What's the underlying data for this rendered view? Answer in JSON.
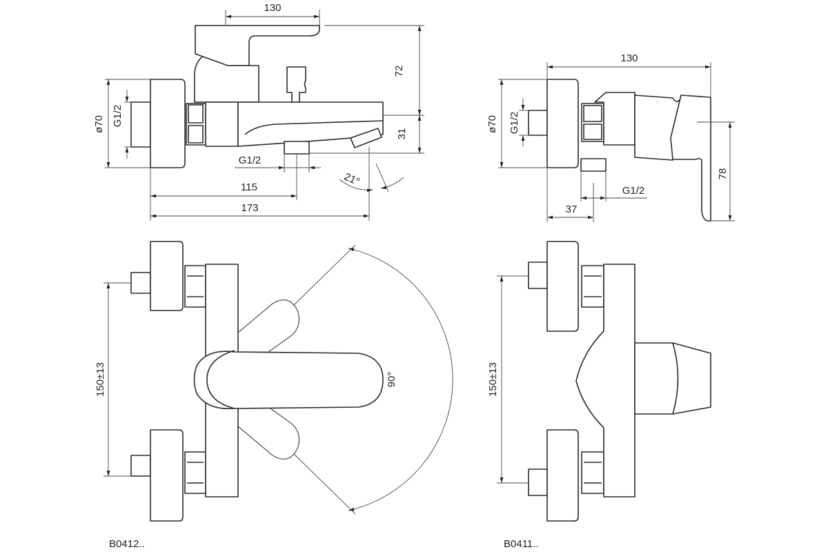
{
  "views": {
    "bath_side": {
      "dim_top": "130",
      "dim_height": "72",
      "dim_spout": "31",
      "dim_diameter": "ø70",
      "dim_thread_inlet": "G1/2",
      "dim_thread_outlet": "G1/2",
      "dim_outlet_pos": "115",
      "dim_total": "173",
      "dim_angle": "21°"
    },
    "shower_side": {
      "dim_top": "130",
      "dim_diameter": "ø70",
      "dim_thread_inlet": "G1/2",
      "dim_thread_outlet": "G1/2",
      "dim_outlet_pos": "37",
      "dim_lever": "78"
    },
    "bath_front": {
      "dim_centers": "150±13",
      "dim_rotation": "90°"
    },
    "shower_front": {
      "dim_centers": "150±13"
    }
  },
  "captions": {
    "bath": "B0412..",
    "shower": "B0411.."
  }
}
